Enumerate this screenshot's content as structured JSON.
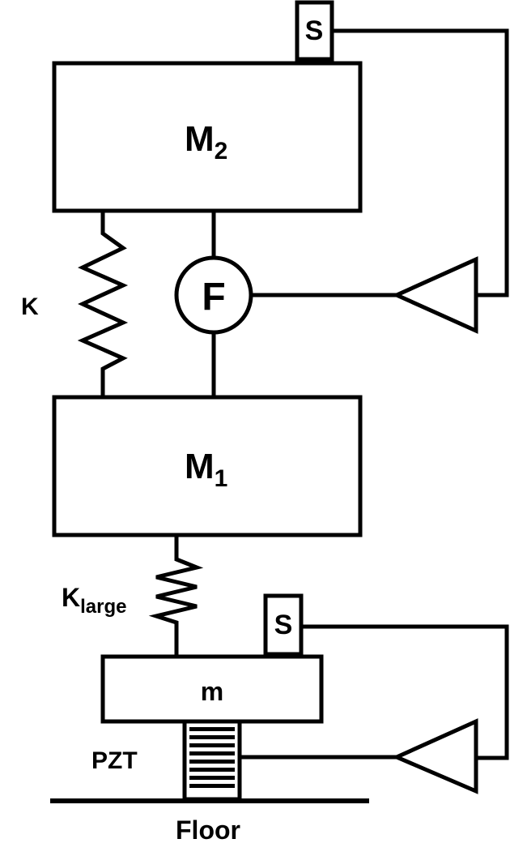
{
  "labels": {
    "sensor_top": "S",
    "mass_upper_main": "M",
    "mass_upper_sub": "2",
    "mass_lower_main": "M",
    "mass_lower_sub": "1",
    "spring_upper": "K",
    "force_actuator": "F",
    "spring_lower_main": "K",
    "spring_lower_sub": "large",
    "sensor_bottom": "S",
    "base_mass": "m",
    "piezo": "PZT",
    "floor": "Floor"
  }
}
